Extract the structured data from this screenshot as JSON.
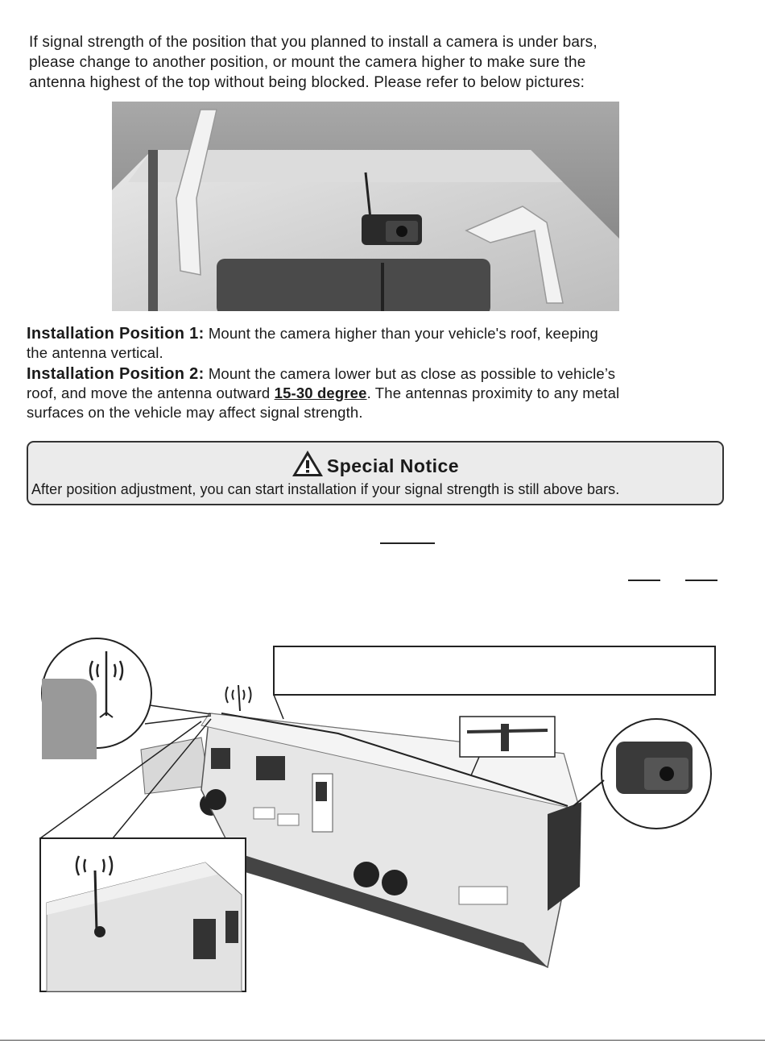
{
  "intro": {
    "lines": [
      "If signal strength of the position that you planned to install a camera is under     bars,",
      "please change to another position, or mount the camera higher to make sure the",
      "antenna highest of the top without being blocked. Please refer to below pictures:"
    ]
  },
  "positions": [
    {
      "heading": "Installation Position 1:",
      "text": " Mount the camera higher than your vehicle's roof, keeping",
      "continuation": "the antenna vertical."
    },
    {
      "heading": "Installation Position 2:",
      "text": " Mount the camera lower but as close as possible to vehicle’s",
      "line2_before": "roof, and move the antenna outward ",
      "line2_emphasis": "15-30 degree",
      "line2_after": ". The antennas proximity to any metal",
      "continuation": "surfaces on the vehicle may affect signal strength."
    }
  ],
  "notice": {
    "title": "Special Notice",
    "body": "After position adjustment, you can start installation if your signal strength is still above     bars."
  },
  "colors": {
    "notice_bg": "#ebebeb",
    "border": "#333333"
  }
}
